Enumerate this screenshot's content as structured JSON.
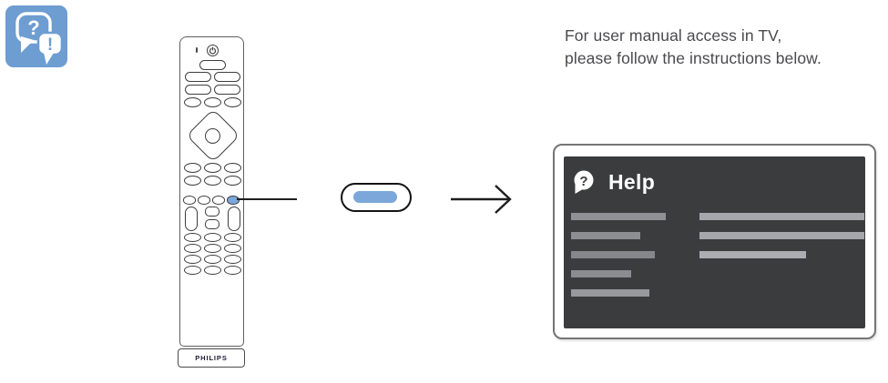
{
  "colors": {
    "icon_blue": "#6d9dd1",
    "button_highlight": "#7ba7db",
    "screen_bg": "#3b3c3e",
    "line_dark": "#1f1f1f",
    "caption_text": "#4a4a4e"
  },
  "help_tile": {
    "question_glyph": "?",
    "exclamation_glyph": "!"
  },
  "caption": {
    "line1": "For user manual access in TV,",
    "line2": "please follow the instructions below."
  },
  "remote": {
    "brand": "PHILIPS"
  },
  "magnified_button": {
    "shape": "pill"
  },
  "tv": {
    "header": {
      "title": "Help",
      "icon_glyph": "?"
    },
    "menu_bars": {
      "row_pitch": 21,
      "left": [
        {
          "width": 104,
          "color": "#8f9194"
        },
        {
          "width": 76,
          "color": "#8c8e91"
        },
        {
          "width": 92,
          "color": "#85878a"
        },
        {
          "width": 66,
          "color": "#8a8c8f"
        },
        {
          "width": 86,
          "color": "#97999c"
        }
      ],
      "right": [
        {
          "width": 181,
          "color": "#a5a7aa"
        },
        {
          "width": 181,
          "color": "#a5a7aa"
        },
        {
          "width": 117,
          "color": "#abadb0"
        }
      ]
    }
  }
}
